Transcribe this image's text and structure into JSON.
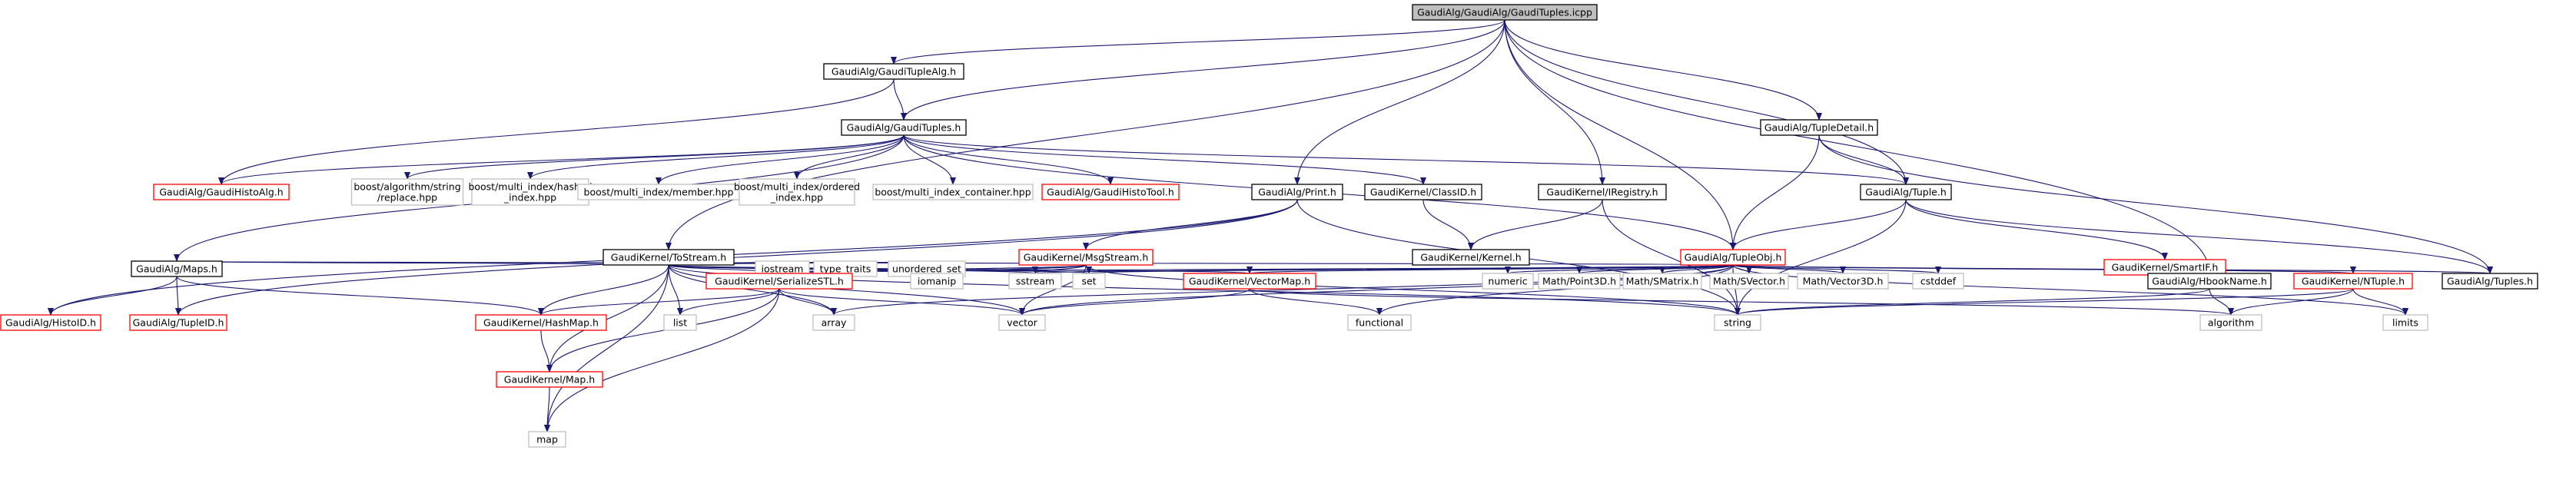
{
  "diagram": {
    "colors": {
      "edge": "#191970",
      "root_fill": "#bfbfbf",
      "root_border": "#000000",
      "local_border": "#000000",
      "incomplete_border": "#ff0000",
      "external_border": "#bfbfbf"
    },
    "nodes": [
      {
        "id": "root",
        "label": "GaudiAlg/GaudiAlg/GaudiTuples.icpp",
        "kind": "root"
      },
      {
        "id": "gaudituplealg",
        "label": "GaudiAlg/GaudiTupleAlg.h",
        "kind": "local"
      },
      {
        "id": "gaudituples",
        "label": "GaudiAlg/GaudiTuples.h",
        "kind": "local"
      },
      {
        "id": "tupledetail",
        "label": "GaudiAlg/TupleDetail.h",
        "kind": "local"
      },
      {
        "id": "gaudihistoalg",
        "label": "GaudiAlg/GaudiHistoAlg.h",
        "kind": "incomplete"
      },
      {
        "id": "boostreplace",
        "label": [
          "boost/algorithm/string",
          "/replace.hpp"
        ],
        "kind": "external"
      },
      {
        "id": "boosthashed",
        "label": [
          "boost/multi_index/hashed",
          "_index.hpp"
        ],
        "kind": "external"
      },
      {
        "id": "boostmember",
        "label": "boost/multi_index/member.hpp",
        "kind": "external"
      },
      {
        "id": "boostordered",
        "label": [
          "boost/multi_index/ordered",
          "_index.hpp"
        ],
        "kind": "external"
      },
      {
        "id": "boostcontainer",
        "label": "boost/multi_index_container.hpp",
        "kind": "external"
      },
      {
        "id": "gaudihistotool",
        "label": "GaudiAlg/GaudiHistoTool.h",
        "kind": "incomplete"
      },
      {
        "id": "print",
        "label": "GaudiAlg/Print.h",
        "kind": "local"
      },
      {
        "id": "classid",
        "label": "GaudiKernel/ClassID.h",
        "kind": "local"
      },
      {
        "id": "iregistry",
        "label": "GaudiKernel/IRegistry.h",
        "kind": "local"
      },
      {
        "id": "tupleh",
        "label": "GaudiAlg/Tuple.h",
        "kind": "local"
      },
      {
        "id": "tostream",
        "label": "GaudiKernel/ToStream.h",
        "kind": "local"
      },
      {
        "id": "msgstream",
        "label": "GaudiKernel/MsgStream.h",
        "kind": "incomplete"
      },
      {
        "id": "kernel",
        "label": "GaudiKernel/Kernel.h",
        "kind": "local"
      },
      {
        "id": "tupleobj",
        "label": "GaudiAlg/TupleObj.h",
        "kind": "incomplete"
      },
      {
        "id": "smartif",
        "label": "GaudiKernel/SmartIF.h",
        "kind": "incomplete"
      },
      {
        "id": "maps",
        "label": "GaudiAlg/Maps.h",
        "kind": "local"
      },
      {
        "id": "iostream",
        "label": "iostream",
        "kind": "external"
      },
      {
        "id": "typetraits",
        "label": "type_traits",
        "kind": "external"
      },
      {
        "id": "unorderedset",
        "label": "unordered_set",
        "kind": "external"
      },
      {
        "id": "serializestl",
        "label": "GaudiKernel/SerializeSTL.h",
        "kind": "incomplete"
      },
      {
        "id": "iomanip",
        "label": "iomanip",
        "kind": "external"
      },
      {
        "id": "sstream",
        "label": "sstream",
        "kind": "external"
      },
      {
        "id": "set",
        "label": "set",
        "kind": "external"
      },
      {
        "id": "vectormap",
        "label": "GaudiKernel/VectorMap.h",
        "kind": "incomplete"
      },
      {
        "id": "numeric",
        "label": "numeric",
        "kind": "external"
      },
      {
        "id": "point3d",
        "label": "Math/Point3D.h",
        "kind": "external"
      },
      {
        "id": "smatrix",
        "label": "Math/SMatrix.h",
        "kind": "external"
      },
      {
        "id": "svector",
        "label": "Math/SVector.h",
        "kind": "external"
      },
      {
        "id": "vector3d",
        "label": "Math/Vector3D.h",
        "kind": "external"
      },
      {
        "id": "cstddef",
        "label": "cstddef",
        "kind": "external"
      },
      {
        "id": "hbookname",
        "label": "GaudiAlg/HbookName.h",
        "kind": "local"
      },
      {
        "id": "ntuple",
        "label": "GaudiKernel/NTuple.h",
        "kind": "incomplete"
      },
      {
        "id": "tuplesh",
        "label": "GaudiAlg/Tuples.h",
        "kind": "local"
      },
      {
        "id": "histoid",
        "label": "GaudiAlg/HistoID.h",
        "kind": "incomplete"
      },
      {
        "id": "tupleid",
        "label": "GaudiAlg/TupleID.h",
        "kind": "incomplete"
      },
      {
        "id": "hashmap",
        "label": "GaudiKernel/HashMap.h",
        "kind": "incomplete"
      },
      {
        "id": "list",
        "label": "list",
        "kind": "external"
      },
      {
        "id": "array",
        "label": "array",
        "kind": "external"
      },
      {
        "id": "vector",
        "label": "vector",
        "kind": "external"
      },
      {
        "id": "functional",
        "label": "functional",
        "kind": "external"
      },
      {
        "id": "string",
        "label": "string",
        "kind": "external"
      },
      {
        "id": "algorithm",
        "label": "algorithm",
        "kind": "external"
      },
      {
        "id": "limits",
        "label": "limits",
        "kind": "external"
      },
      {
        "id": "mapk",
        "label": "GaudiKernel/Map.h",
        "kind": "incomplete"
      },
      {
        "id": "map",
        "label": "map",
        "kind": "external"
      }
    ],
    "edges": [
      [
        "root",
        "gaudituplealg"
      ],
      [
        "root",
        "gaudituples"
      ],
      [
        "root",
        "tupledetail"
      ],
      [
        "root",
        "tupleh"
      ],
      [
        "root",
        "tupleobj"
      ],
      [
        "root",
        "print"
      ],
      [
        "root",
        "iregistry"
      ],
      [
        "root",
        "tostream"
      ],
      [
        "root",
        "hbookname"
      ],
      [
        "gaudituplealg",
        "gaudituples"
      ],
      [
        "gaudituplealg",
        "gaudihistoalg"
      ],
      [
        "gaudituples",
        "gaudihistoalg"
      ],
      [
        "gaudituples",
        "boostreplace"
      ],
      [
        "gaudituples",
        "boosthashed"
      ],
      [
        "gaudituples",
        "boostmember"
      ],
      [
        "gaudituples",
        "boostordered"
      ],
      [
        "gaudituples",
        "boostcontainer"
      ],
      [
        "gaudituples",
        "gaudihistotool"
      ],
      [
        "gaudituples",
        "classid"
      ],
      [
        "gaudituples",
        "tupleh"
      ],
      [
        "gaudituples",
        "tupleobj"
      ],
      [
        "gaudituples",
        "maps"
      ],
      [
        "tupledetail",
        "tupleh"
      ],
      [
        "tupledetail",
        "tupleobj"
      ],
      [
        "tupledetail",
        "tuplesh"
      ],
      [
        "tupleh",
        "tupleobj"
      ],
      [
        "tupleh",
        "smartif"
      ],
      [
        "tupleh",
        "string"
      ],
      [
        "tupleh",
        "tuplesh"
      ],
      [
        "print",
        "msgstream"
      ],
      [
        "print",
        "string"
      ],
      [
        "print",
        "histoid"
      ],
      [
        "print",
        "tupleid"
      ],
      [
        "classid",
        "kernel"
      ],
      [
        "iregistry",
        "kernel"
      ],
      [
        "iregistry",
        "string"
      ],
      [
        "msgstream",
        "serializestl"
      ],
      [
        "msgstream",
        "iomanip"
      ],
      [
        "msgstream",
        "sstream"
      ],
      [
        "msgstream",
        "string"
      ],
      [
        "msgstream",
        "vector"
      ],
      [
        "tostream",
        "maps"
      ],
      [
        "tostream",
        "iostream"
      ],
      [
        "tostream",
        "typetraits"
      ],
      [
        "tostream",
        "unorderedset"
      ],
      [
        "tostream",
        "serializestl"
      ],
      [
        "tostream",
        "iomanip"
      ],
      [
        "tostream",
        "sstream"
      ],
      [
        "tostream",
        "set"
      ],
      [
        "tostream",
        "vectormap"
      ],
      [
        "tostream",
        "hashmap"
      ],
      [
        "tostream",
        "list"
      ],
      [
        "tostream",
        "array"
      ],
      [
        "tostream",
        "vector"
      ],
      [
        "tostream",
        "string"
      ],
      [
        "tostream",
        "mapk"
      ],
      [
        "tostream",
        "map"
      ],
      [
        "tupleobj",
        "maps"
      ],
      [
        "tupleobj",
        "serializestl"
      ],
      [
        "tupleobj",
        "set"
      ],
      [
        "tupleobj",
        "sstream"
      ],
      [
        "tupleobj",
        "vectormap"
      ],
      [
        "tupleobj",
        "numeric"
      ],
      [
        "tupleobj",
        "point3d"
      ],
      [
        "tupleobj",
        "smatrix"
      ],
      [
        "tupleobj",
        "svector"
      ],
      [
        "tupleobj",
        "vector3d"
      ],
      [
        "tupleobj",
        "cstddef"
      ],
      [
        "tupleobj",
        "ntuple"
      ],
      [
        "tupleobj",
        "tuplesh"
      ],
      [
        "tupleobj",
        "string"
      ],
      [
        "tupleobj",
        "functional"
      ],
      [
        "tupleobj",
        "array"
      ],
      [
        "tupleobj",
        "limits"
      ],
      [
        "tupleobj",
        "vector"
      ],
      [
        "maps",
        "histoid"
      ],
      [
        "maps",
        "tupleid"
      ],
      [
        "maps",
        "hashmap"
      ],
      [
        "serializestl",
        "hashmap"
      ],
      [
        "serializestl",
        "mapk"
      ],
      [
        "serializestl",
        "list"
      ],
      [
        "serializestl",
        "array"
      ],
      [
        "serializestl",
        "vector"
      ],
      [
        "serializestl",
        "map"
      ],
      [
        "vectormap",
        "vector"
      ],
      [
        "vectormap",
        "functional"
      ],
      [
        "vectormap",
        "algorithm"
      ],
      [
        "hbookname",
        "string"
      ],
      [
        "hbookname",
        "algorithm"
      ],
      [
        "ntuple",
        "string"
      ],
      [
        "ntuple",
        "algorithm"
      ],
      [
        "ntuple",
        "limits"
      ],
      [
        "hashmap",
        "mapk"
      ],
      [
        "mapk",
        "map"
      ]
    ]
  }
}
